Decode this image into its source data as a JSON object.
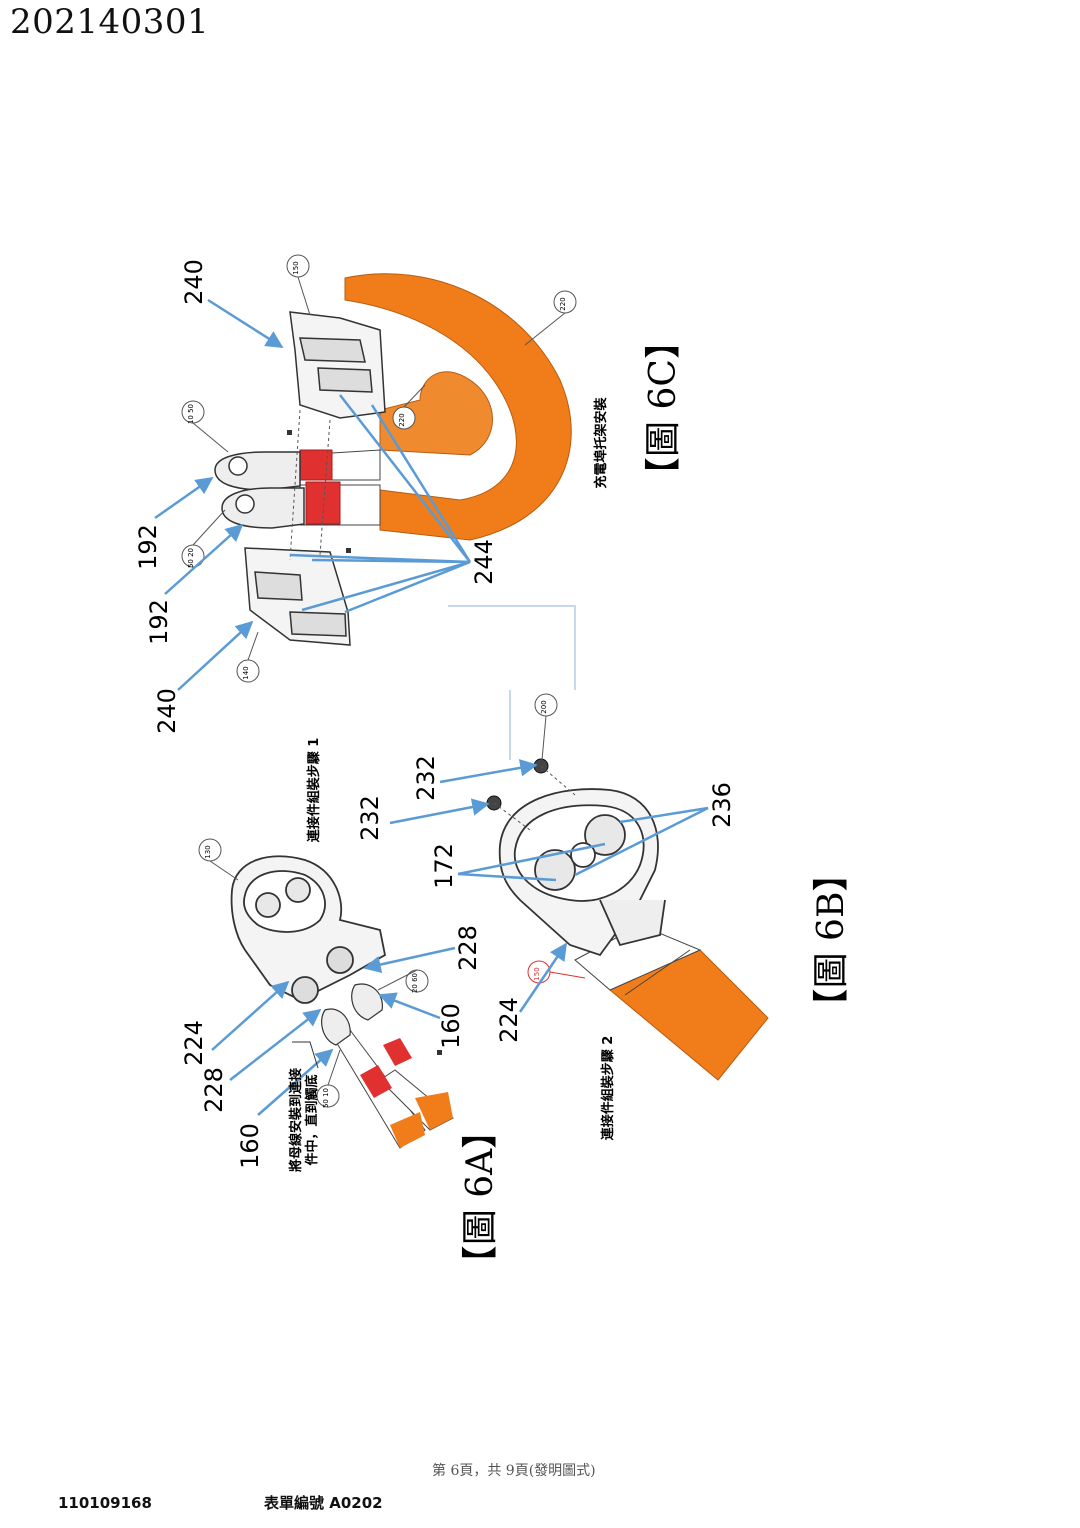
{
  "header": {
    "doc_number": "202140301"
  },
  "figures": {
    "fig_6a": {
      "caption": "【圖 6A】"
    },
    "fig_6b": {
      "caption": "【圖 6B】"
    },
    "fig_6c": {
      "caption": "【圖 6C】"
    }
  },
  "notes": {
    "step1": "連接件組裝步驟 1",
    "step2": "連接件組裝步驟 2",
    "bracket": "充電埠托架安裝",
    "busbar_line1": "將母線安裝到連接",
    "busbar_line2": "件中，直到觸底"
  },
  "ref_numbers": {
    "r240_top": "240",
    "r192_a": "192",
    "r192_b": "192",
    "r240_bottom": "240",
    "r244": "244",
    "r232_a": "232",
    "r232_b": "232",
    "r236": "236",
    "r172": "172",
    "r224_b": "224",
    "r224_a": "224",
    "r228_a": "228",
    "r228_b": "228",
    "r160_a": "160",
    "r160_b": "160"
  },
  "part_tags": {
    "t150": "150",
    "t220_a": "220",
    "t220_b": "220",
    "t10_50": "10 50",
    "t50_20": "50 20",
    "t140": "140",
    "t200": "200",
    "t130": "130",
    "t20_60": "20 60",
    "t50_10": "50 10",
    "t150_red": "150"
  },
  "footer": {
    "page": "第 6頁，共 9頁(發明圖式)",
    "app_number": "110109168",
    "form_number": "表單編號 A0202"
  },
  "colors": {
    "cable_orange": "#f07d1a",
    "busbar_red": "#e03030",
    "leader_blue": "#5b9bd5",
    "line_black": "#222222"
  }
}
